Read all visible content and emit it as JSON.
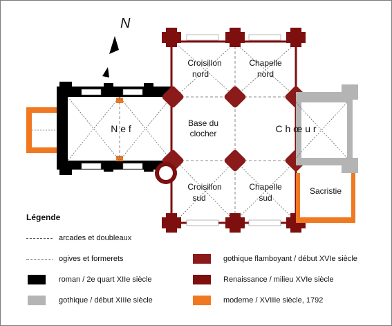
{
  "plan": {
    "north_label": "N",
    "rooms": {
      "nef": "N e f",
      "choeur": "C h œ u r",
      "base_clocher_1": "Base du",
      "base_clocher_2": "clocher",
      "croisillon_nord_1": "Croisillon",
      "croisillon_nord_2": "nord",
      "chapelle_nord_1": "Chapelle",
      "chapelle_nord_2": "nord",
      "croisillon_sud_1": "Croisillon",
      "croisillon_sud_2": "sud",
      "chapelle_sud_1": "Chapelle",
      "chapelle_sud_2": "sud",
      "sacristie": "Sacristie"
    }
  },
  "legend": {
    "title": "Légende",
    "arcades": "arcades et doubleaux",
    "ogives": "ogives et formerets",
    "roman": "roman / 2e quart XIIe siècle",
    "gothique": "gothique / début XIIIe siècle",
    "flamboyant": "gothique flamboyant / début XVIe siècle",
    "renaissance": "Renaissance / milieu XVIe siècle",
    "moderne": "moderne / XVIIIe siècle, 1792"
  },
  "colors": {
    "roman": "#000000",
    "gothique": "#b4b4b4",
    "flamboyant": "#8b1a1a",
    "renaissance": "#7d0f0f",
    "moderne": "#f07820"
  }
}
